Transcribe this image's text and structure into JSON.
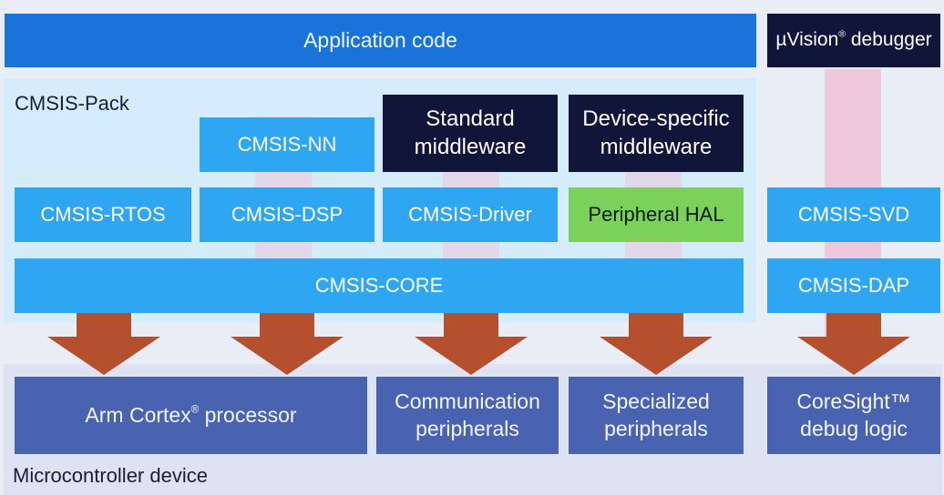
{
  "top": {
    "application": "Application code",
    "debugger_name": "µVision",
    "debugger_mark": "®",
    "debugger_rest": " debugger"
  },
  "pack": {
    "label": "CMSIS-Pack",
    "nn": "CMSIS-NN",
    "standard_middleware": [
      "Standard",
      "middleware"
    ],
    "device_middleware": [
      "Device-specific",
      "middleware"
    ],
    "rtos": "CMSIS-RTOS",
    "dsp": "CMSIS-DSP",
    "driver": "CMSIS-Driver",
    "hal": "Peripheral HAL",
    "core": "CMSIS-CORE"
  },
  "debug": {
    "svd": "CMSIS-SVD",
    "dap": "CMSIS-DAP"
  },
  "device": {
    "label": "Microcontroller device",
    "processor_name": "Arm Cortex",
    "processor_mark": "®",
    "processor_rest": " processor",
    "communication": [
      "Communication",
      "peripherals"
    ],
    "specialized": [
      "Specialized",
      "peripherals"
    ],
    "coresight": [
      "CoreSight™",
      "debug logic"
    ]
  },
  "colors": {
    "application_bar": "#1a73d9",
    "middleware_dark": "#10163a",
    "cmsis_components": "#2fa6f2",
    "peripheral_hal": "#7bd25a",
    "device_blocks": "#4a63b1",
    "arrows": "#b5502e"
  }
}
